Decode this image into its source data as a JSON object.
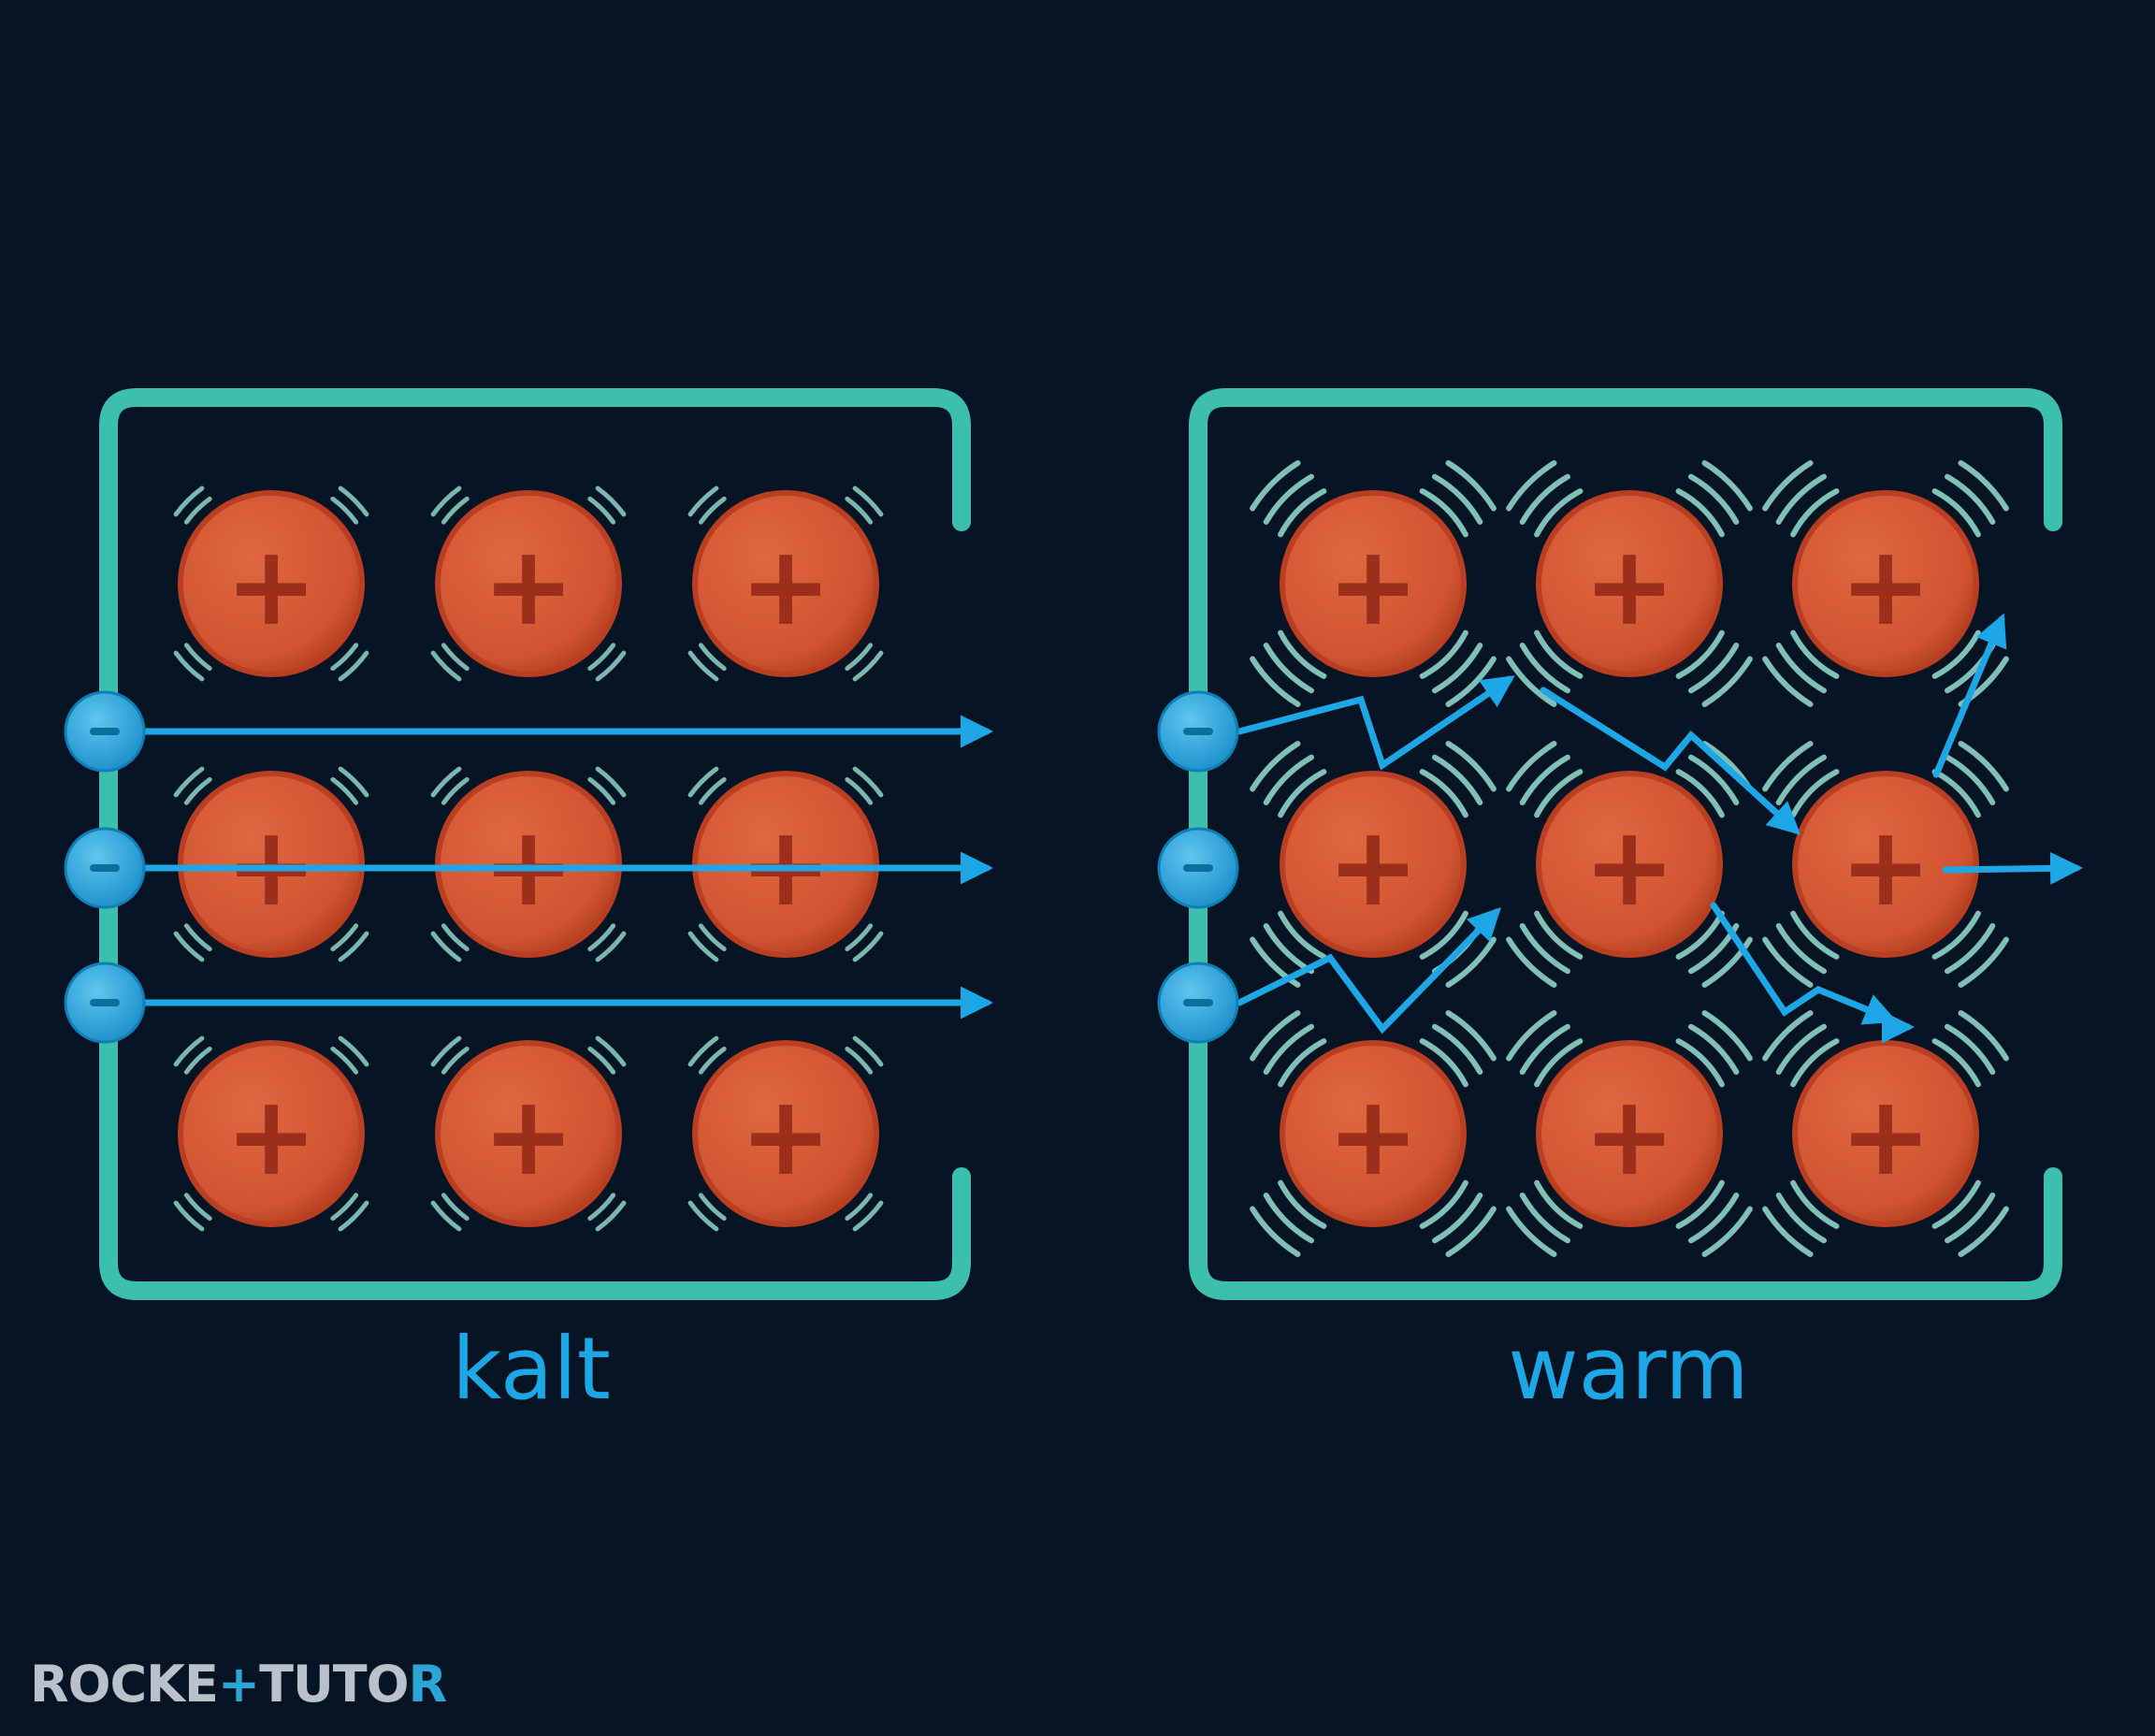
{
  "colors": {
    "background": "#061423",
    "frame": "#3dbfae",
    "ion_fill": "#d45a37",
    "ion_rim": "#b93e22",
    "ion_symbol": "#9b2f1b",
    "electron_fill": "#2aa3dc",
    "electron_symbol": "#0b6f9e",
    "arrow": "#1ea7e6",
    "vibration": "#8fd3c6",
    "label": "#1ea7e6"
  },
  "panels": [
    {
      "label": "kalt",
      "ion_symbol": "+",
      "electron_symbol": "−",
      "vibration": "small",
      "paths": "straight"
    },
    {
      "label": "warm",
      "ion_symbol": "+",
      "electron_symbol": "−",
      "vibration": "large",
      "paths": "zigzag"
    }
  ],
  "logo": {
    "part1": "ROCKE",
    "part2": "+",
    "part3": "TUTO",
    "part4": "R"
  }
}
